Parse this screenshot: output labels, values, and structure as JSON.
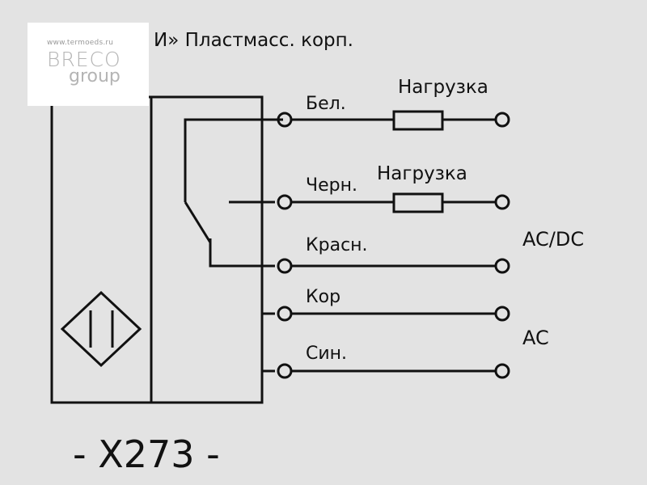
{
  "header": {
    "title": "И» Пластмасс. корп."
  },
  "watermark": {
    "url": "www.termoeds.ru",
    "brand": "BRECO",
    "group": "group"
  },
  "wires": {
    "white": "Бел.",
    "black": "Черн.",
    "red": "Красн.",
    "brown": "Кор",
    "blue": "Син."
  },
  "loads": {
    "load1": "Нагрузка",
    "load2": "Нагрузка"
  },
  "supply": {
    "acdc": "AC/DC",
    "ac": "AC"
  },
  "model": {
    "code": "- X273 -"
  },
  "colors": {
    "background": "#e3e3e3",
    "line": "#111111",
    "watermark_box": "#ffffff"
  }
}
